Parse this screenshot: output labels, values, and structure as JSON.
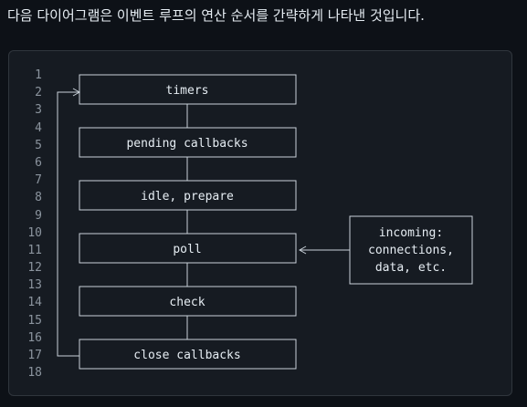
{
  "heading": "다음 다이어그램은 이벤트 루프의 연산 순서를 간략하게 나타낸 것입니다.",
  "code": {
    "line_numbers": [
      "1",
      "2",
      "3",
      "4",
      "5",
      "6",
      "7",
      "8",
      "9",
      "10",
      "11",
      "12",
      "13",
      "14",
      "15",
      "16",
      "17",
      "18"
    ],
    "phases": [
      {
        "label": "timers"
      },
      {
        "label": "pending callbacks"
      },
      {
        "label": "idle, prepare"
      },
      {
        "label": "poll"
      },
      {
        "label": "check"
      },
      {
        "label": "close callbacks"
      }
    ],
    "incoming": {
      "lines": [
        "incoming:",
        "connections,",
        "data, etc."
      ]
    }
  }
}
